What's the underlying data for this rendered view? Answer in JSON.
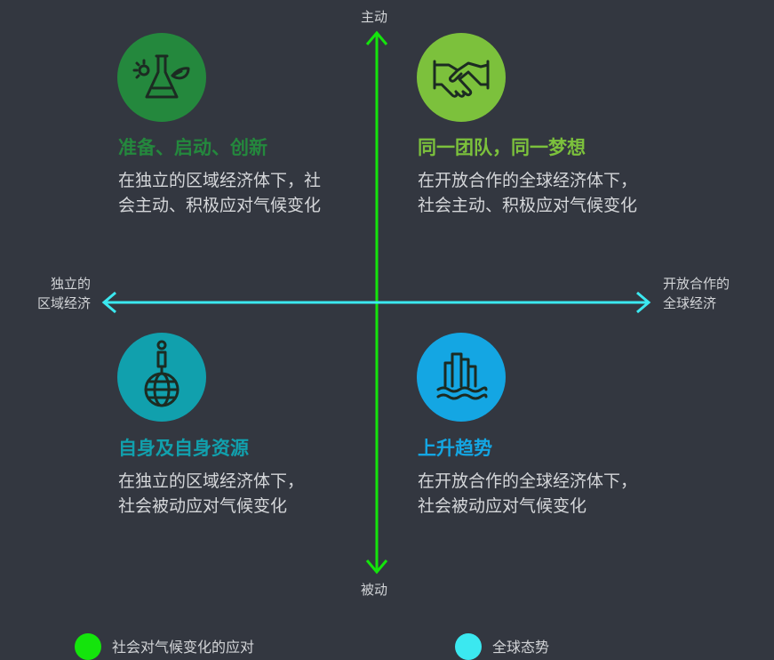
{
  "axes": {
    "top": "主动",
    "bottom": "被动",
    "left_line1": "独立的",
    "left_line2": "区域经济",
    "right_line1": "开放合作的",
    "right_line2": "全球经济"
  },
  "quadrants": {
    "top_left": {
      "title": "准备、启动、创新",
      "line1": "在独立的区域经济体下，社",
      "line2": "会主动、积极应对气候变化",
      "icon": "flask-sun-leaf-icon",
      "color": "#24883d"
    },
    "top_right": {
      "title": "同一团队，同一梦想",
      "line1": "在开放合作的全球经济体下，",
      "line2": "社会主动、积极应对气候变化",
      "icon": "handshake-icon",
      "color": "#7cc13c"
    },
    "bottom_left": {
      "title": "自身及自身资源",
      "line1": "在独立的区域经济体下，",
      "line2": "社会被动应对气候变化",
      "icon": "globe-person-icon",
      "color": "#11a0ad"
    },
    "bottom_right": {
      "title": "上升趋势",
      "line1": "在开放合作的全球经济体下，",
      "line2": "社会被动应对气候变化",
      "icon": "city-flood-icon",
      "color": "#14a6e3"
    }
  },
  "legend": {
    "item1": "社会对气候变化的应对",
    "item2": "全球态势",
    "color1": "#14e40c",
    "color2": "#3be8f0"
  },
  "colors": {
    "vertical_axis": "#14e40c",
    "horizontal_axis": "#3be8f0",
    "background": "#333740"
  }
}
